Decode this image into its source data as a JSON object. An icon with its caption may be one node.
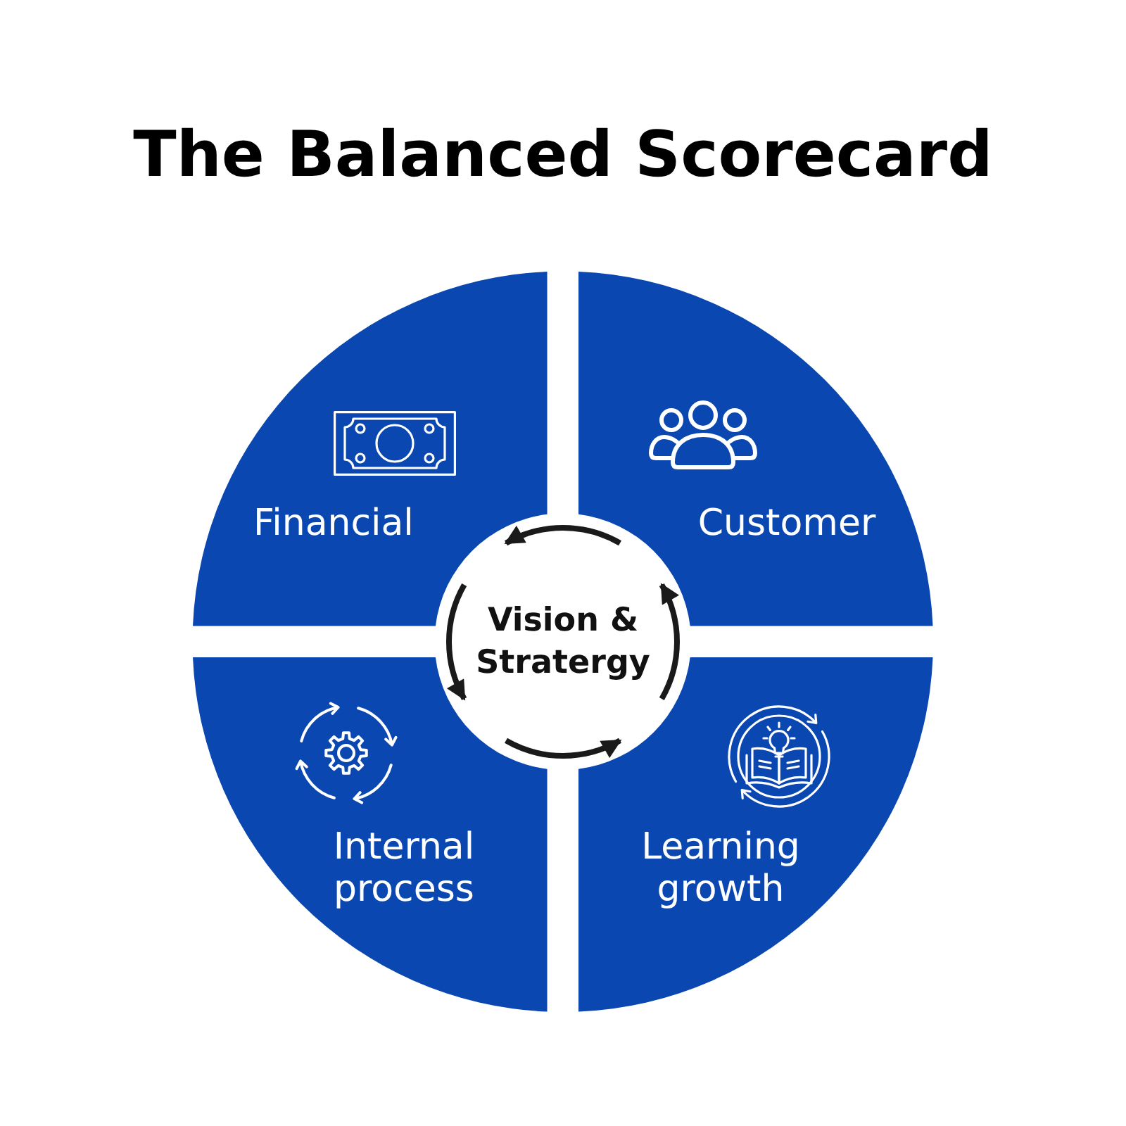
{
  "diagram": {
    "title": "The Balanced Scorecard",
    "nodes": [
      {
        "text": [
          "Financial"
        ]
      },
      {
        "text": [
          "Customer"
        ]
      },
      {
        "text": [
          "Vision & Stratergy"
        ]
      },
      {
        "text": [
          "Internal process"
        ]
      },
      {
        "text": [
          "Learning growth"
        ]
      }
    ],
    "edges": [
      {
        "from": 1,
        "to": 0,
        "arrow": "to"
      },
      {
        "from": 0,
        "to": 3,
        "arrow": "to"
      },
      {
        "from": 3,
        "to": 4,
        "arrow": "to"
      },
      {
        "from": 4,
        "to": 1,
        "arrow": "to"
      }
    ]
  }
}
